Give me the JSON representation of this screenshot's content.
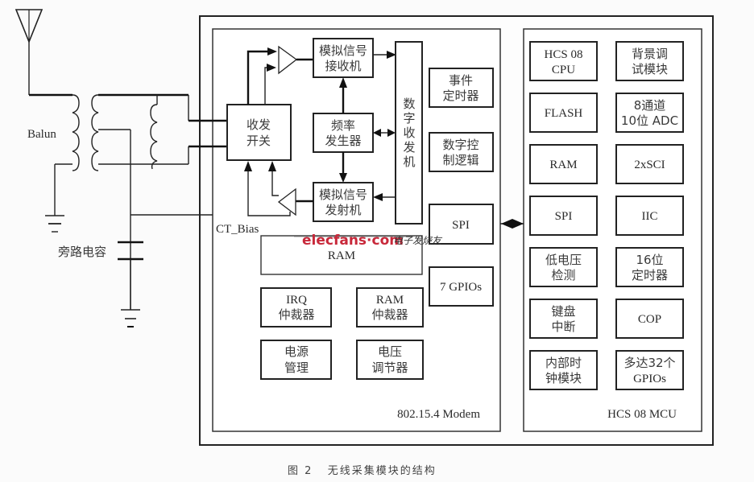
{
  "figure": {
    "caption": "图 2   无线采集模块的结构",
    "watermark": {
      "brand": "elecfans·com",
      "tagline": "电子发烧友"
    }
  },
  "rf_frontend": {
    "antenna_icon": "antenna-icon",
    "balun_label": "Balun",
    "bypass_cap_label": "旁路电容",
    "ct_bias_label": "CT_Bias"
  },
  "modem": {
    "title": "802.15.4 Modem",
    "blocks": {
      "trx_switch": [
        "收发",
        "开关"
      ],
      "analog_rx": [
        "模拟信号",
        "接收机"
      ],
      "freq_gen": [
        "频率",
        "发生器"
      ],
      "analog_tx": [
        "模拟信号",
        "发射机"
      ],
      "digital_trx": [
        "数",
        "字",
        "收",
        "发",
        "机"
      ],
      "event_timer": [
        "事件",
        "定时器"
      ],
      "digital_ctrl": [
        "数字控",
        "制逻辑"
      ],
      "spi": "SPI",
      "ram": "RAM",
      "gpios": "7 GPIOs",
      "irq_arbiter": [
        "IRQ",
        "仲裁器"
      ],
      "ram_arbiter": [
        "RAM",
        "仲裁器"
      ],
      "power_mgmt": [
        "电源",
        "管理"
      ],
      "voltage_reg": [
        "电压",
        "调节器"
      ]
    }
  },
  "mcu": {
    "title": "HCS 08 MCU",
    "blocks": [
      [
        "HCS 08",
        "CPU"
      ],
      [
        "背景调",
        "试模块"
      ],
      [
        "FLASH"
      ],
      [
        "8通道",
        "10位 ADC"
      ],
      [
        "RAM"
      ],
      [
        "2xSCI"
      ],
      [
        "SPI"
      ],
      [
        "IIC"
      ],
      [
        "低电压",
        "检测"
      ],
      [
        "16位",
        "定时器"
      ],
      [
        "键盘",
        "中断"
      ],
      [
        "COP"
      ],
      [
        "内部时",
        "钟模块"
      ],
      [
        "多达32个",
        "GPIOs"
      ]
    ]
  }
}
